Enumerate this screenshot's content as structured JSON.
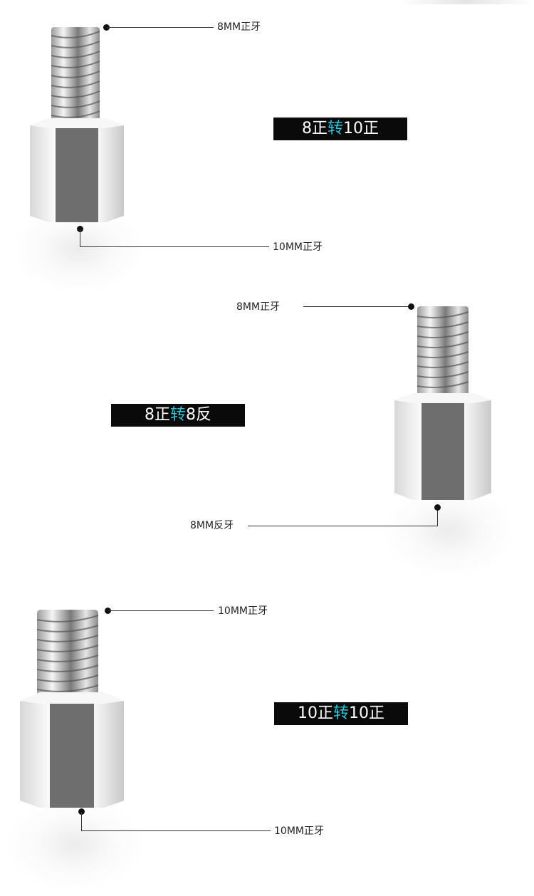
{
  "sections": [
    {
      "thread_top_label": "8MM正牙",
      "thread_bottom_label": "10MM正牙",
      "badge": {
        "part1": "8正",
        "accent": "转",
        "part2": "10正"
      }
    },
    {
      "thread_top_label": "8MM正牙",
      "thread_bottom_label": "8MM反牙",
      "badge": {
        "part1": "8正",
        "accent": "转",
        "part2": "8反"
      }
    },
    {
      "thread_top_label": "10MM正牙",
      "thread_bottom_label": "10MM正牙",
      "badge": {
        "part1": "10正",
        "accent": "转",
        "part2": "10正"
      }
    }
  ],
  "colors": {
    "badge_bg": "#0a0a0a",
    "badge_text": "#ffffff",
    "badge_accent": "#2ec4d8",
    "metal_light": "#f2f2f2",
    "metal_dark": "#6e6e6e"
  },
  "icons": [
    "hex-adapter-bolt-icon"
  ]
}
